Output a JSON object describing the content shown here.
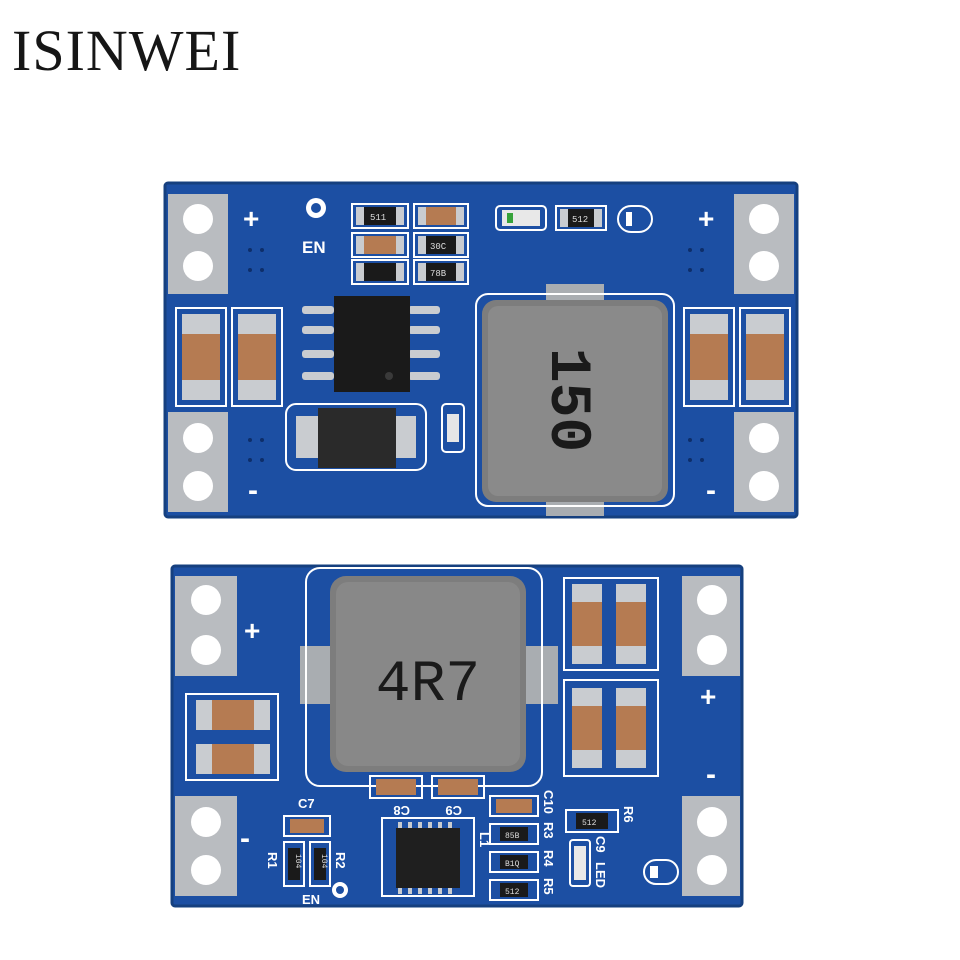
{
  "brand": {
    "text": "ISINWEI"
  },
  "top_board": {
    "plus_left": "+",
    "plus_right": "+",
    "minus_left": "-",
    "minus_right": "-",
    "en_label": "EN",
    "inductor_marking": "150",
    "resistor_codes": [
      "511",
      "30C",
      "78B",
      "512"
    ]
  },
  "bottom_board": {
    "plus_left": "+",
    "plus_right": "+",
    "minus_left": "-",
    "minus_right": "-",
    "inductor_marking": "4R7",
    "labels": [
      "C7",
      "C8",
      "C9",
      "C10",
      "R3",
      "R4",
      "R5",
      "R6",
      "C9",
      "LED",
      "R1",
      "R2",
      "EN",
      "L1"
    ],
    "resistor_codes": [
      "85B",
      "B1Q",
      "512",
      "512",
      "104",
      "104"
    ]
  },
  "colors": {
    "pcb_blue": "#1c4fa3",
    "pcb_blue_dark": "#153f87",
    "silkscreen": "#ffffff",
    "pad_silver": "#c9ccd0",
    "inductor_gray": "#7d7d7d",
    "ic_black": "#1a1a1a",
    "capacitor_tan": "#b57b52"
  }
}
